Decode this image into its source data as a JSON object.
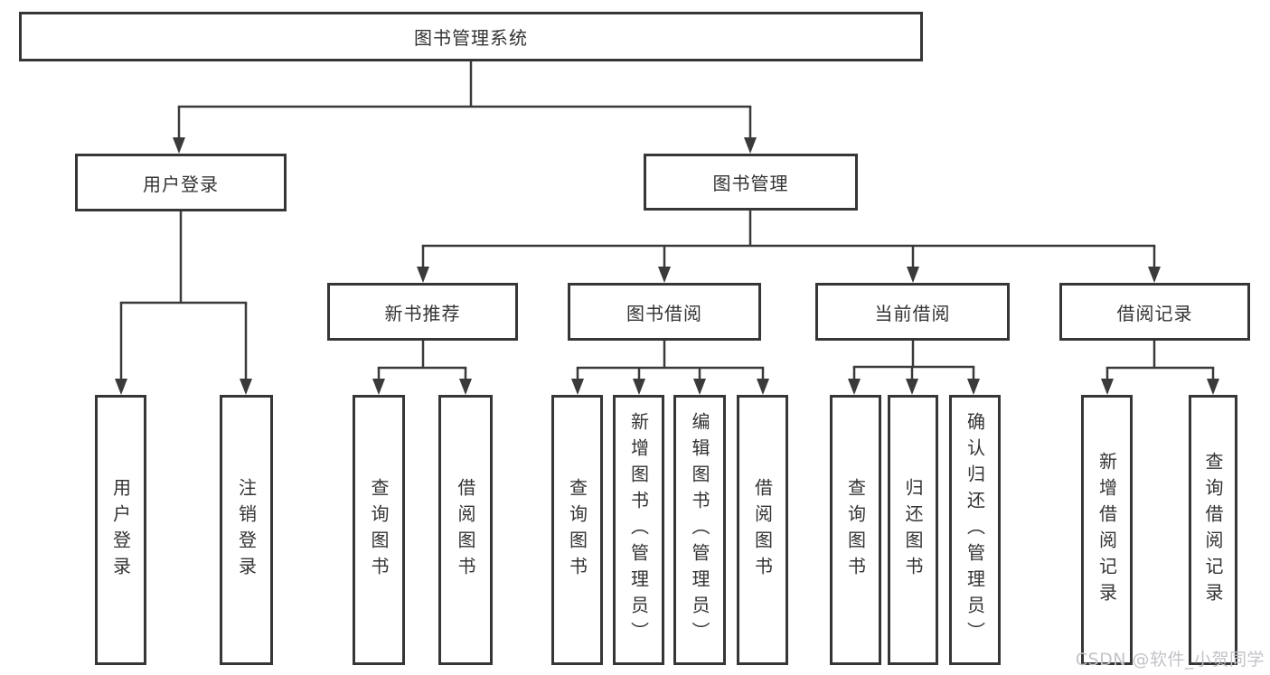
{
  "diagram": {
    "root": {
      "label": "图书管理系统"
    },
    "level2": [
      {
        "label": "用户登录",
        "parent": "图书管理系统"
      },
      {
        "label": "图书管理",
        "parent": "图书管理系统"
      }
    ],
    "level3": [
      {
        "label": "新书推荐",
        "parent": "图书管理"
      },
      {
        "label": "图书借阅",
        "parent": "图书管理"
      },
      {
        "label": "当前借阅",
        "parent": "图书管理"
      },
      {
        "label": "借阅记录",
        "parent": "图书管理"
      }
    ],
    "leaves": [
      {
        "label": "用户登录",
        "parent": "用户登录"
      },
      {
        "label": "注销登录",
        "parent": "用户登录"
      },
      {
        "label": "查询图书",
        "parent": "新书推荐"
      },
      {
        "label": "借阅图书",
        "parent": "新书推荐"
      },
      {
        "label": "查询图书",
        "parent": "图书借阅"
      },
      {
        "label": "新增图书（管理员）",
        "parent": "图书借阅"
      },
      {
        "label": "编辑图书（管理员）",
        "parent": "图书借阅"
      },
      {
        "label": "借阅图书",
        "parent": "图书借阅"
      },
      {
        "label": "查询图书",
        "parent": "当前借阅"
      },
      {
        "label": "归还图书",
        "parent": "当前借阅"
      },
      {
        "label": "确认归还（管理员）",
        "parent": "当前借阅"
      },
      {
        "label": "新增借阅记录",
        "parent": "借阅记录"
      },
      {
        "label": "查询借阅记录",
        "parent": "借阅记录"
      }
    ],
    "watermark": "CSDN @软件_小贺同学",
    "colors": {
      "line": "#3a3a3a",
      "border": "#363636",
      "text": "#333333",
      "background": "#ffffff",
      "watermark": "#c3c3c9"
    }
  }
}
